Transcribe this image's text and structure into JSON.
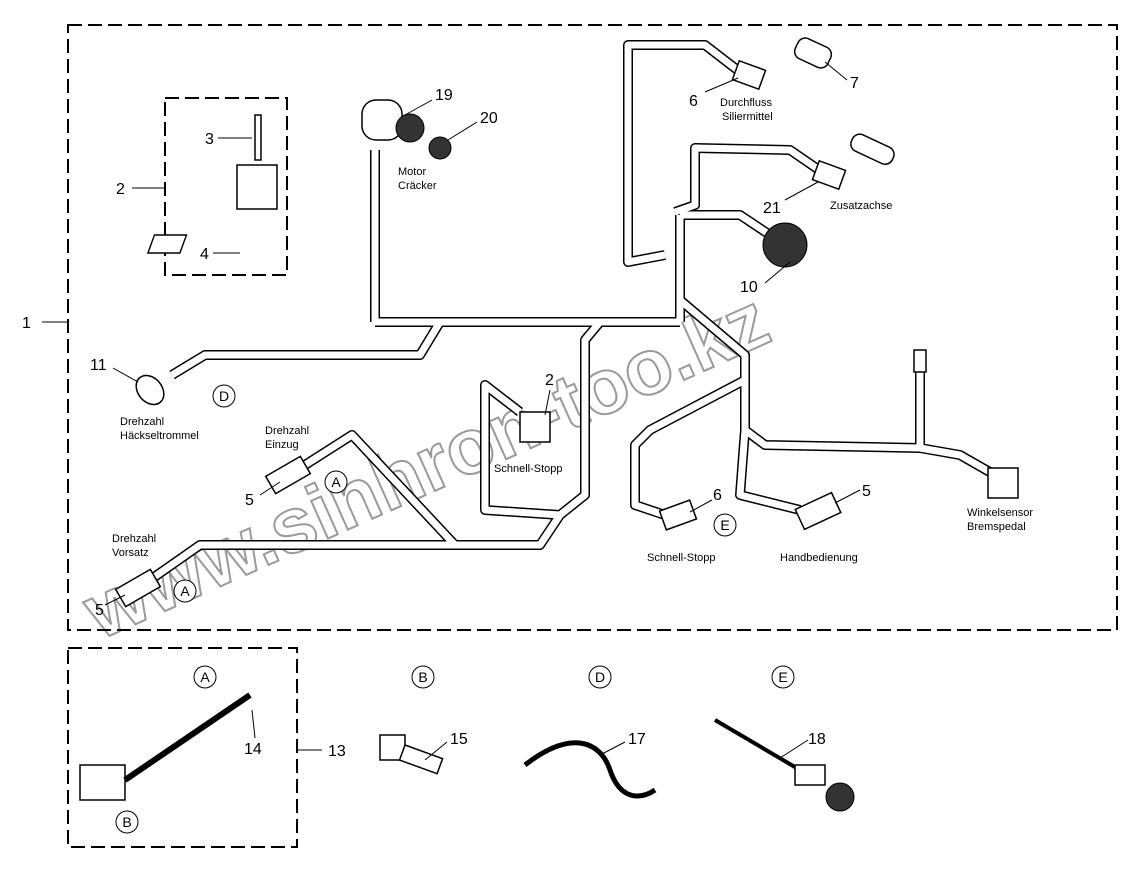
{
  "watermark": "www.sinhron-too.kz",
  "callouts": {
    "n1": "1",
    "n2a": "2",
    "n3": "3",
    "n4": "4",
    "n19": "19",
    "n20": "20",
    "n6a": "6",
    "n7": "7",
    "n21": "21",
    "n10": "10",
    "n11": "11",
    "n2b": "2",
    "n5a": "5",
    "n5b": "5",
    "n6b": "6",
    "n5c": "5",
    "n14": "14",
    "n13": "13",
    "n15": "15",
    "n17": "17",
    "n18": "18"
  },
  "labels": {
    "motor_cracker": [
      "Motor",
      "Cräcker"
    ],
    "durchfluss": [
      "Durchfluss",
      "Siliermittel"
    ],
    "zusatzachse": "Zusatzachse",
    "drehzahl_haecksel": [
      "Drehzahl",
      "Häckseltrommel"
    ],
    "schnell_stopp_1": "Schnell-Stopp",
    "drehzahl_einzug": [
      "Drehzahl",
      "Einzug"
    ],
    "drehzahl_vorsatz": [
      "Drehzahl",
      "Vorsatz"
    ],
    "schnell_stopp_2": "Schnell-Stopp",
    "handbedienung": "Handbedienung",
    "winkelsensor": [
      "Winkelsensor",
      "Bremspedal"
    ]
  },
  "circled": {
    "d_main": "D",
    "a_einzug": "A",
    "a_vorsatz": "A",
    "e_main": "E",
    "a_kit": "A",
    "b_kit": "B",
    "b_top": "B",
    "d_top": "D",
    "e_top": "E"
  }
}
